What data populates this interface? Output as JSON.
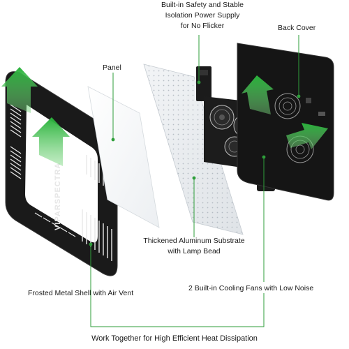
{
  "labels": {
    "power_supply": [
      "Built-in Safety and Stable",
      "Isolation Power Supply",
      "for No Flicker"
    ],
    "back_cover": "Back Cover",
    "panel": "Panel",
    "aluminum_substrate": [
      "Thickened Aluminum Substrate",
      "with Lamp Bead"
    ],
    "metal_shell": "Frosted Metal Shell with Air Vent",
    "cooling_fans": "2 Built-in Cooling Fans with Low Noise",
    "bottom_caption": "Work Together for High Efficient Heat Dissipation"
  },
  "brand_text": "VIPARSPECTRA",
  "colors": {
    "accent_green": "#3fb84a",
    "leader_line": "#2e9e3a",
    "frame_black": "#161616",
    "panel_white": "#f4f6f8",
    "substrate": "#e9ecef"
  },
  "icons": [
    "airflow-arrow-icon",
    "cooling-fan-icon"
  ]
}
